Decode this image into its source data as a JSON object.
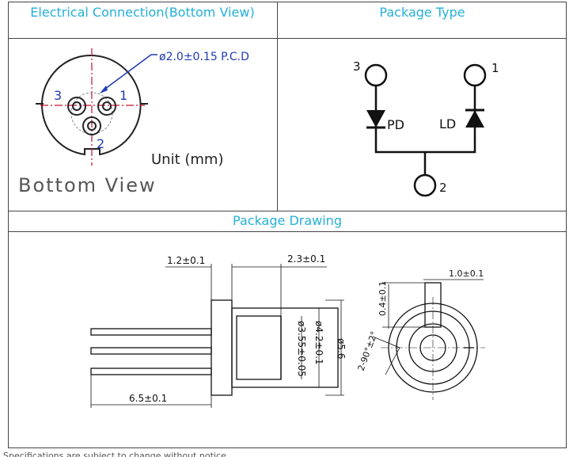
{
  "table": {
    "header_left": "Electrical Connection(Bottom View)",
    "header_right": "Package Type",
    "header_drawing": "Package Drawing"
  },
  "bottom_view": {
    "pcd_label": "ø2.0±0.15  P.C.D",
    "pin_3": "3",
    "pin_1": "1",
    "pin_2": "2",
    "unit": "Unit (mm)",
    "caption": "Bottom View"
  },
  "package_type": {
    "pin_3": "3",
    "pin_1": "1",
    "pin_2": "2",
    "pd": "PD",
    "ld": "LD"
  },
  "drawing": {
    "dim_1_2": "1.2±0.1",
    "dim_2_3": "2.3±0.1",
    "dim_6_5": "6.5±0.1",
    "dim_3_55": "ø3.55±0.05",
    "dim_4_2": "ø4.2±0.1",
    "dim_5_6": "ø5.6",
    "dim_0_4": "0.4±0.1",
    "dim_1_0": "1.0±0.1",
    "dim_angle": "2-90°±2°"
  },
  "footer_text": "Specifications are subject to change without notice"
}
